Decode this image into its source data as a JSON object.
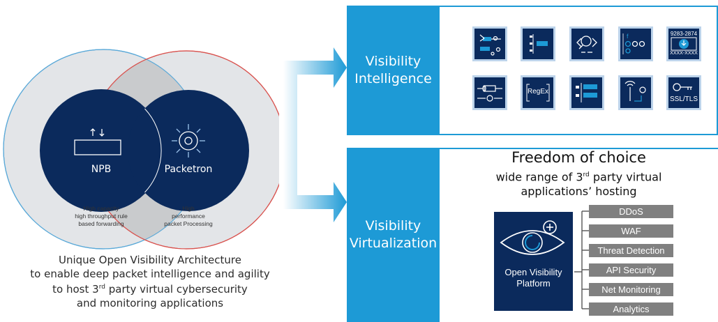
{
  "venn": {
    "left_node": "NPB",
    "right_node": "Packetron",
    "left_desc": [
      "High capacity",
      "high throughput rule",
      "based forwarding"
    ],
    "right_desc": [
      "High",
      "performance",
      "packet Processing"
    ],
    "colors": {
      "left_ring": "#5aa9d8",
      "right_ring": "#d9534f",
      "node": "#0b2a5c",
      "outer": "#e3e5e8",
      "overlap": "#c9cbcd"
    }
  },
  "caption": {
    "line1": "Unique Open Visibility Architecture",
    "line2": "to enable deep packet intelligence and agility",
    "line3_pre": "to host   3",
    "line3_sup": "rd",
    "line3_post": " party virtual cybersecurity",
    "line4": "and monitoring applications"
  },
  "visibility_intelligence": {
    "label_line1": "Visibility",
    "label_line2": "Intelligence",
    "tiles": [
      {
        "icon": "flow-classification-icon"
      },
      {
        "icon": "list-bars-icon"
      },
      {
        "icon": "code-inspection-icon"
      },
      {
        "icon": "social-apps-icon"
      },
      {
        "icon": "number-download-icon",
        "text_top": "9283-2874",
        "text_bottom": "XXXX-XXXX"
      },
      {
        "icon": "pipe-decode-icon"
      },
      {
        "icon": "regex-icon",
        "text": "RegEx"
      },
      {
        "icon": "list-blocks-icon"
      },
      {
        "icon": "wireless-tap-icon"
      },
      {
        "icon": "key-icon",
        "text": "SSL/TLS"
      }
    ]
  },
  "visibility_virtualization": {
    "label_line1": "Visibility",
    "label_line2": "Virtualization",
    "freedom_title": "Freedom of choice",
    "freedom_sub_pre": "wide range of 3",
    "freedom_sub_sup": "rd",
    "freedom_sub_post": " party virtual",
    "freedom_sub_line2": "applications’ hosting",
    "platform_line1": "Open Visibility",
    "platform_line2": "Platform",
    "apps": [
      "DDoS",
      "WAF",
      "Threat Detection",
      "API Security",
      "Net Monitoring",
      "Analytics"
    ]
  },
  "colors": {
    "accent": "#1d9ad6",
    "navy": "#0b2a5c",
    "app_gray": "#808080"
  }
}
